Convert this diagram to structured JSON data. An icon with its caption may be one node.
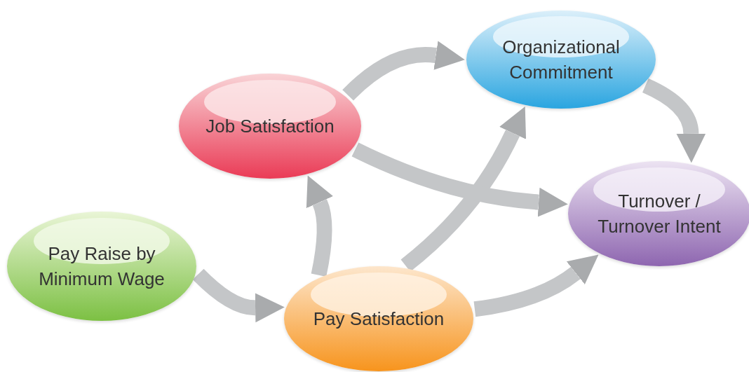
{
  "diagram": {
    "nodes": [
      {
        "text": [
          "Pay Raise by Minimum Wage"
        ]
      },
      {
        "text": [
          "Job Satisfaction"
        ]
      },
      {
        "text": [
          "Organizational Commitment"
        ]
      },
      {
        "text": [
          "Turnover / Turnover Intent"
        ]
      },
      {
        "text": [
          "Pay Satisfaction"
        ]
      }
    ],
    "edges": [
      {
        "from": 0,
        "to": 4,
        "arrow": "to"
      },
      {
        "from": 4,
        "to": 1,
        "arrow": "to"
      },
      {
        "from": 4,
        "to": 2,
        "arrow": "to"
      },
      {
        "from": 4,
        "to": 3,
        "arrow": "to"
      },
      {
        "from": 1,
        "to": 2,
        "arrow": "to"
      },
      {
        "from": 1,
        "to": 3,
        "arrow": "to"
      },
      {
        "from": 2,
        "to": 3,
        "arrow": "to"
      }
    ]
  }
}
